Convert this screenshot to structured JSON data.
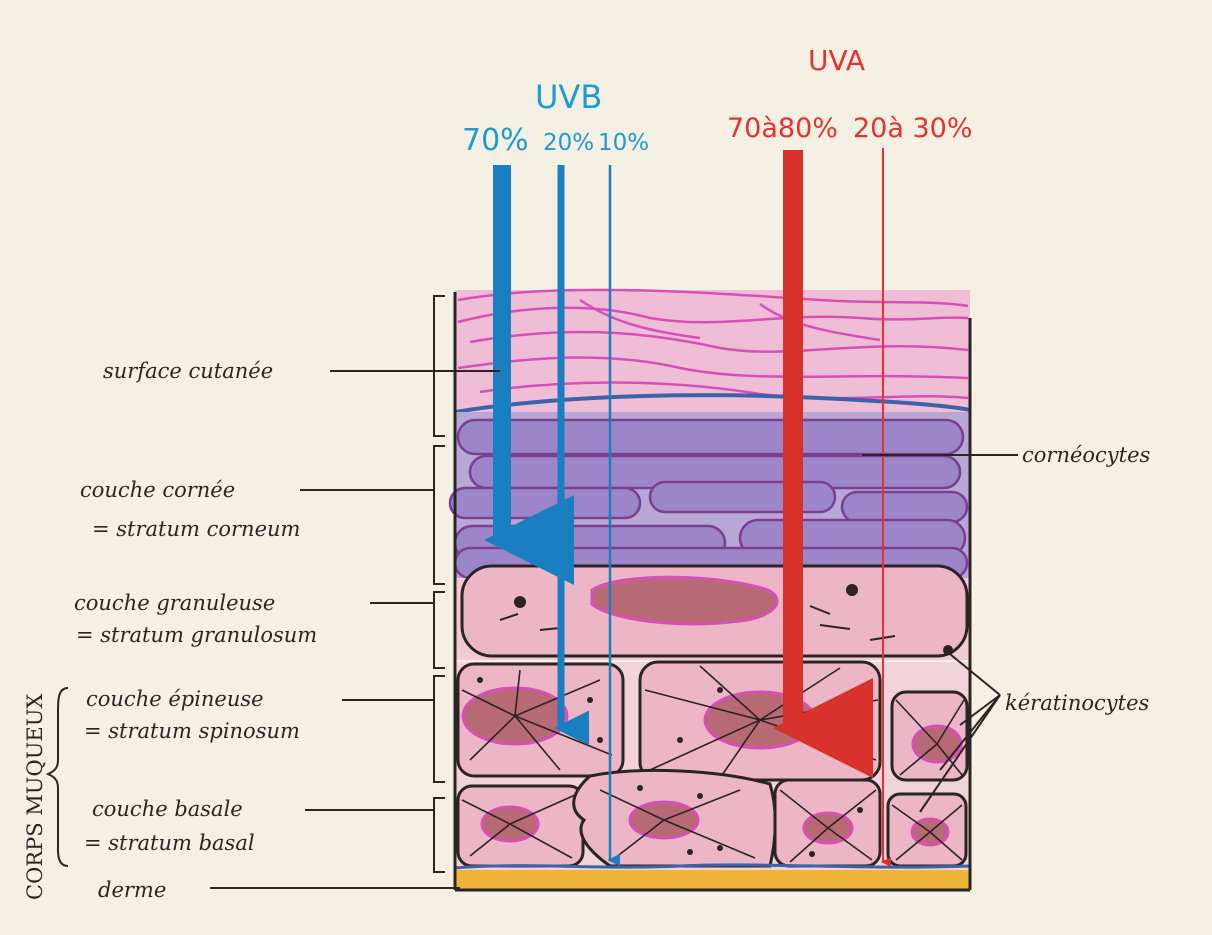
{
  "colors": {
    "uvb": "#1f9ad2",
    "uva": "#e8312d",
    "corneocyte": "#9c86c9",
    "surface": "#efbdd6",
    "cell": "#ecb6c6",
    "nucleus": "#b86a74",
    "derme": "#f1b43b",
    "ink": "#2b2424",
    "paper": "#f4f1e4"
  },
  "uvb": {
    "title": "UVB",
    "percents": [
      "70%",
      "20%",
      "10%"
    ]
  },
  "uva": {
    "title": "UVA",
    "percents": [
      "70à80%",
      "20à 30%"
    ]
  },
  "left_labels": {
    "surface": "surface cutanée",
    "cornee_1": "couche cornée",
    "cornee_2": "= stratum corneum",
    "granuleuse_1": "couche granuleuse",
    "granuleuse_2": "= stratum granulosum",
    "epineuse_1": "couche épineuse",
    "epineuse_2": "= stratum spinosum",
    "basale_1": "couche basale",
    "basale_2": "= stratum basal",
    "corps_muqueux": "CORPS MUQUEUX",
    "derme": "derme"
  },
  "right_labels": {
    "corneocytes": "cornéocytes",
    "keratinocytes": "kératinocytes"
  }
}
